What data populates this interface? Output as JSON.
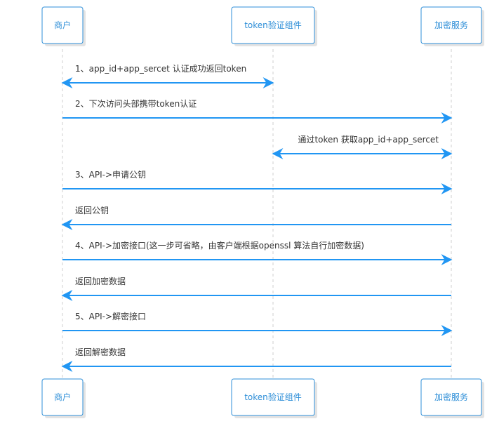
{
  "participants": [
    {
      "id": "merchant",
      "label": "商户"
    },
    {
      "id": "token",
      "label": "token验证组件"
    },
    {
      "id": "crypto",
      "label": "加密服务"
    }
  ],
  "messages": [
    {
      "from": "merchant",
      "to": "token",
      "bidirectional": true,
      "label": "1、app_id+app_sercet 认证成功返回token"
    },
    {
      "from": "merchant",
      "to": "crypto",
      "bidirectional": false,
      "label": "2、下次访问头部携带token认证"
    },
    {
      "from": "token",
      "to": "crypto",
      "bidirectional": true,
      "label": "通过token 获取app_id+app_sercet"
    },
    {
      "from": "merchant",
      "to": "crypto",
      "bidirectional": false,
      "label": "3、API->申请公钥"
    },
    {
      "from": "crypto",
      "to": "merchant",
      "bidirectional": false,
      "label": "返回公钥"
    },
    {
      "from": "merchant",
      "to": "crypto",
      "bidirectional": false,
      "label": "4、API->加密接口(这一步可省略，由客户端根据openssl 算法自行加密数据)"
    },
    {
      "from": "crypto",
      "to": "merchant",
      "bidirectional": false,
      "label": "返回加密数据"
    },
    {
      "from": "merchant",
      "to": "crypto",
      "bidirectional": false,
      "label": "5、API->解密接口"
    },
    {
      "from": "crypto",
      "to": "merchant",
      "bidirectional": false,
      "label": "返回解密数据"
    }
  ],
  "colors": {
    "accent": "#2196f3",
    "box_border": "#2f8fd8",
    "lifeline": "#cfcfcf",
    "text": "#333333"
  }
}
